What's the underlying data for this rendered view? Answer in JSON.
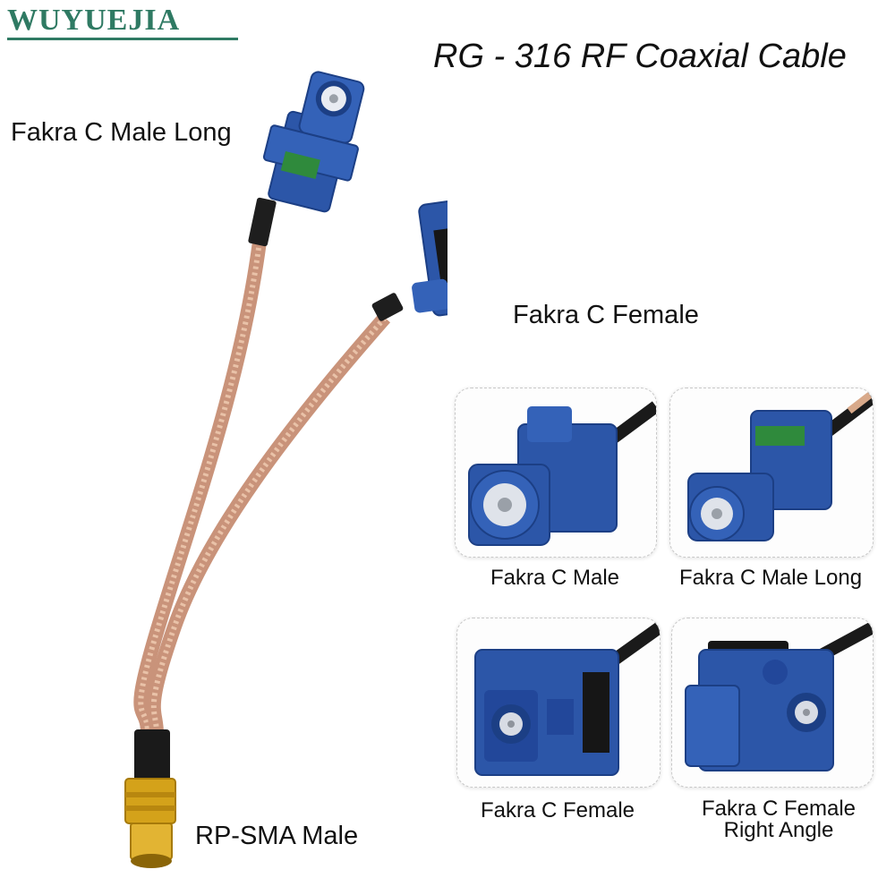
{
  "brand": "WUYUEJIA",
  "title": "RG - 316 RF Coaxial Cable",
  "labels": {
    "male_long": "Fakra C Male Long",
    "female": "Fakra C Female",
    "rp_sma": "RP-SMA Male"
  },
  "panels": [
    {
      "caption": "Fakra C Male"
    },
    {
      "caption": "Fakra C Male Long"
    },
    {
      "caption": "Fakra C Female"
    },
    {
      "caption_line1": "Fakra C Female",
      "caption_line2": "Right Angle"
    }
  ],
  "colors": {
    "fakra_blue": "#2c56a8",
    "cable_copper": "#d8a98a",
    "sma_gold": "#d4a21a",
    "brand_green": "#2f7a63"
  }
}
